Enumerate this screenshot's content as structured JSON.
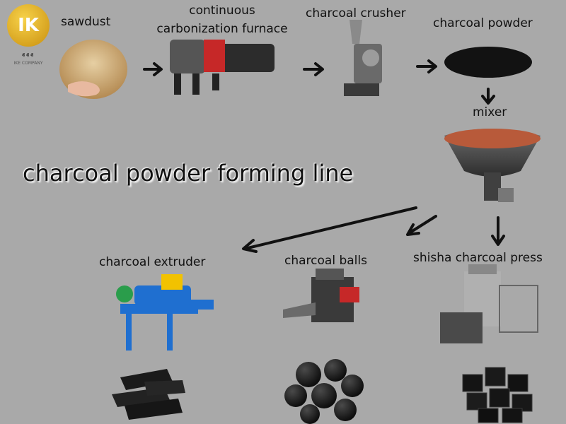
{
  "title": "charcoal powder forming line",
  "logo": {
    "initials": "IK",
    "name": "ⱏⱏⱏ",
    "company": "IKE COMPANY"
  },
  "steps": {
    "sawdust": "sawdust",
    "furnace": [
      "continuous",
      "carbonization furnace"
    ],
    "crusher": "charcoal crusher",
    "powder": "charcoal powder",
    "mixer": "mixer",
    "extruder": "charcoal extruder",
    "balls": "charcoal balls",
    "press": "shisha charcoal press"
  },
  "colors": {
    "background": "#a9a9a9",
    "arrow": "#111111",
    "extruder_blue": "#1f6fd0",
    "extruder_yellow": "#f2c200",
    "machine_red": "#c62828",
    "charcoal": "#1a1a1a"
  }
}
